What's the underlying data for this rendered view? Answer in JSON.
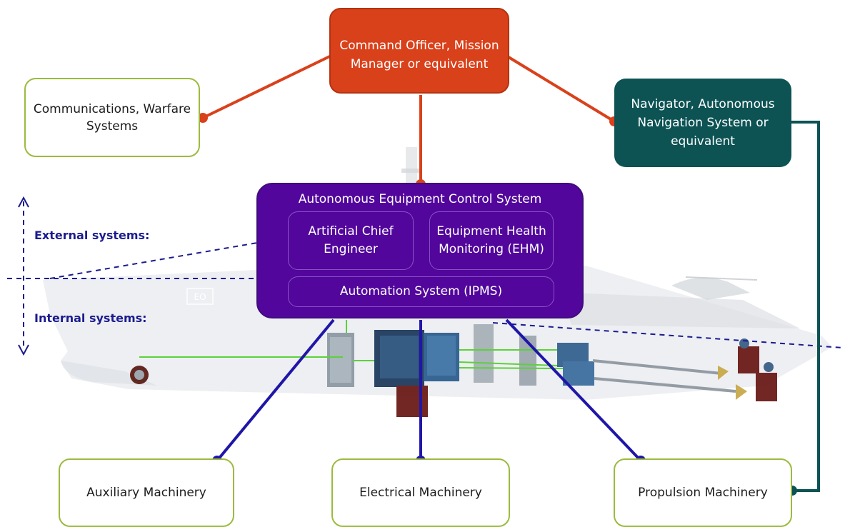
{
  "nodes": {
    "command": "Command Officer, Mission Manager or equivalent",
    "communications": "Communications, Warfare Systems",
    "navigator": "Navigator, Autonomous Navigation System or equivalent",
    "aecs_title": "Autonomous Equipment Control System",
    "artificial_chief_engineer": "Artificial Chief Engineer",
    "equipment_health_monitoring": "Equipment Health Monitoring (EHM)",
    "automation_system": "Automation System (IPMS)",
    "auxiliary": "Auxiliary Machinery",
    "electrical": "Electrical Machinery",
    "propulsion": "Propulsion Machinery"
  },
  "labels": {
    "external": "External systems:",
    "internal": "Internal systems:",
    "hull_mark": "EO"
  },
  "colors": {
    "command": "#d9411b",
    "navigator": "#0d5354",
    "aecs": "#52069c",
    "machinery_links": "#1f16a8",
    "box_border": "#9bbb3d",
    "waterline": "#1b1c8f",
    "cables": "#5ad23a"
  }
}
